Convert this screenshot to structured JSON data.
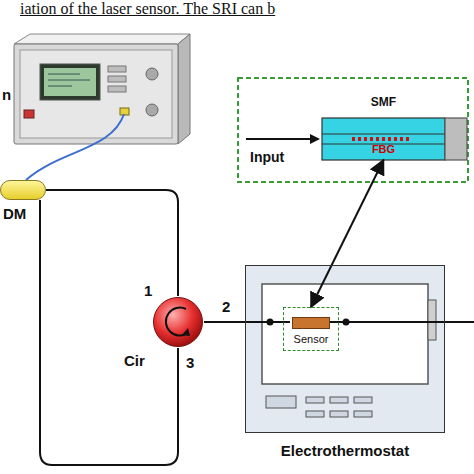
{
  "diagram": {
    "nodes": [
      {
        "text": [
          "DM"
        ]
      },
      {
        "text": [
          "Cir"
        ]
      },
      {
        "text": [
          "SMF",
          "FBG"
        ]
      },
      {
        "text": [
          "Electrothermostat"
        ]
      },
      {
        "text": [
          "Sensor"
        ],
        "in": 3
      }
    ],
    "edges": [
      {
        "from": 0,
        "to": 1,
        "arrow": "none"
      },
      {
        "from": 1,
        "to": 0,
        "arrow": "none"
      },
      {
        "from": 1,
        "to": 4,
        "arrow": "none"
      },
      {
        "from": 2,
        "to": 4,
        "arrow": "both"
      }
    ],
    "labels": [
      "iation of the laser sensor. The SRI can b",
      "n",
      "1",
      "2",
      "3",
      "Input"
    ]
  }
}
